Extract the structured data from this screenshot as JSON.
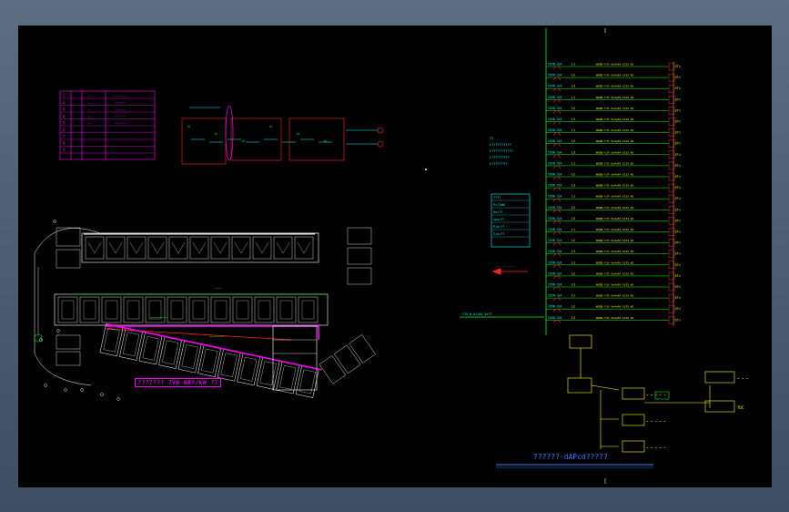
{
  "colors": {
    "background": "#000000",
    "bezel": "#4f5f74",
    "magenta": "#ff00ff",
    "white": "#ffffff",
    "yellow": "#ffff00",
    "green": "#00ff00",
    "red": "#ff2020",
    "cyan": "#00ffff",
    "blue": "#3a7bff"
  },
  "legend_table": {
    "rows": [
      "1",
      "2",
      "3",
      "4",
      "5",
      "6",
      "7",
      "8",
      "9"
    ]
  },
  "panel_left": {
    "title": "??????? 7kW 8#Y/kW ??"
  },
  "panel_right": {
    "title": "??????-dAPcd?????",
    "notes": [
      "T1",
      "L??????????",
      "L???????????",
      "L?????????",
      "L????????"
    ],
    "summary_box": [
      "????",
      "P=??kW",
      "Kx=??",
      "cos=??",
      "Pjs=??",
      "Ijs=??"
    ],
    "incoming": "YJV-0.6/1kV 4x??",
    "circuit_labels": [
      "L1",
      "L2",
      "L3"
    ],
    "circuit_cable": "WDZB-YJY-3x4+E4 SC32 WC",
    "breaker_label": "C65N-32A",
    "circuit_count": 24
  }
}
